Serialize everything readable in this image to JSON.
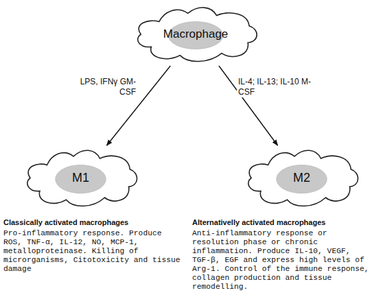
{
  "diagram": {
    "nodes": [
      {
        "text": [
          "Macrophage"
        ]
      },
      {
        "text": [
          "M1"
        ]
      },
      {
        "text": [
          "M2"
        ]
      }
    ],
    "edges": [
      {
        "from": 0,
        "to": 1,
        "arrow": "to",
        "label": "LPS, IFNγ GM-CSF"
      },
      {
        "from": 0,
        "to": 2,
        "arrow": "to",
        "label": "IL-4; IL-13; IL-10 M-CSF"
      }
    ],
    "labels": [
      "Classically activated macrophages",
      "Pro-inflammatory response. Produce ROS, TNF-α, IL-12, NO, MCP-1, metalloproteinase. Killing of microrganisms, Citotoxicity and tissue damage",
      "Alternativelly activated macrophages",
      "Anti-inflammatory response or resolution phase or chronic inflammation. Produce IL-10, VEGF, TGF-β, EGF and express high levels of Arg-1. Control of the immune response, collagen production and tissue remodelling."
    ]
  }
}
